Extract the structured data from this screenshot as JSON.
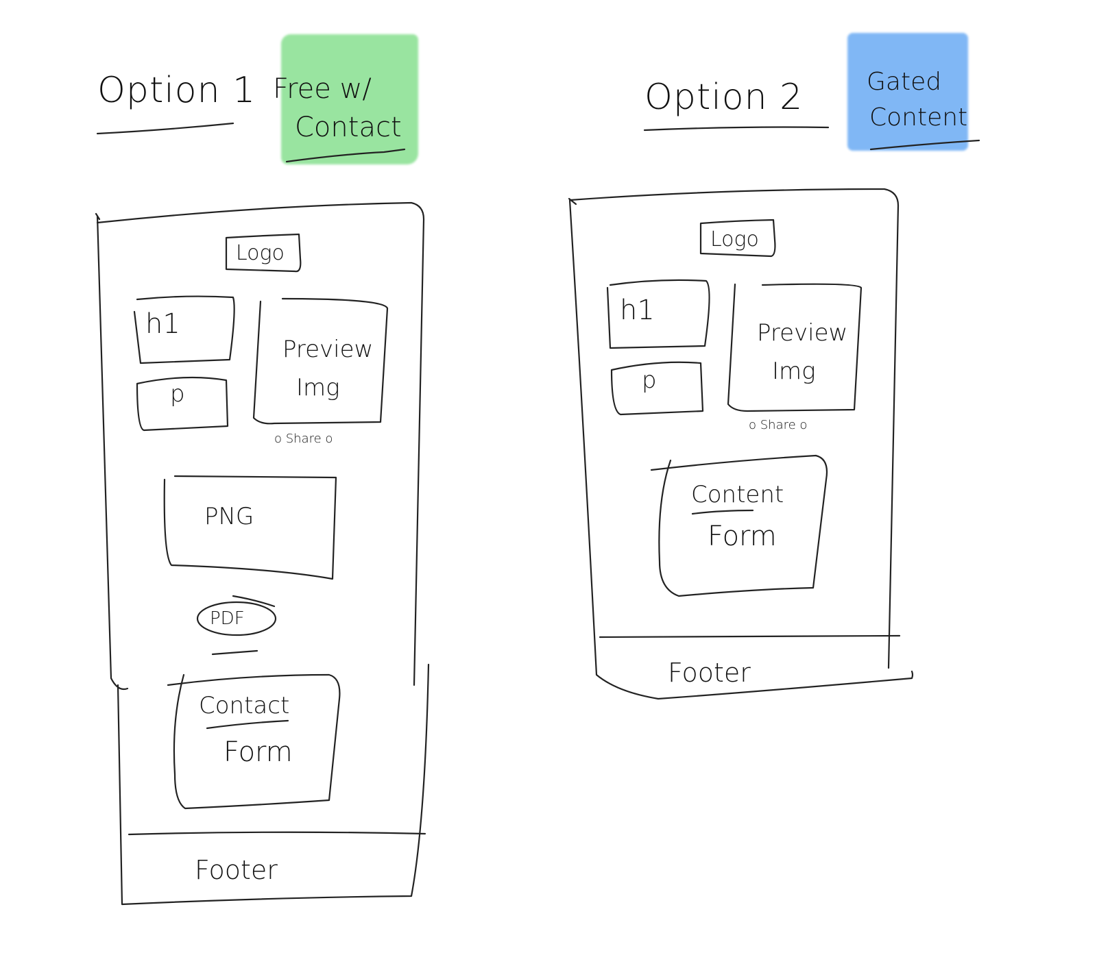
{
  "options": [
    {
      "title": "Option 1",
      "tag": {
        "line1": "Free w/",
        "line2": "Contact",
        "color": "#94e39b"
      },
      "wireframe": {
        "logo": "Logo",
        "h1": "h1",
        "p": "p",
        "preview": {
          "line1": "Preview",
          "line2": "Img"
        },
        "share": "o Share o",
        "png": "PNG",
        "pdf": "PDF",
        "form": {
          "line1": "Contact",
          "line2": "Form"
        },
        "footer": "Footer"
      }
    },
    {
      "title": "Option 2",
      "tag": {
        "line1": "Gated",
        "line2": "Content",
        "color": "#7ab4f5"
      },
      "wireframe": {
        "logo": "Logo",
        "h1": "h1",
        "p": "p",
        "preview": {
          "line1": "Preview",
          "line2": "Img"
        },
        "share": "o Share o",
        "form": {
          "line1": "Content",
          "line2": "Form"
        },
        "footer": "Footer"
      }
    }
  ]
}
